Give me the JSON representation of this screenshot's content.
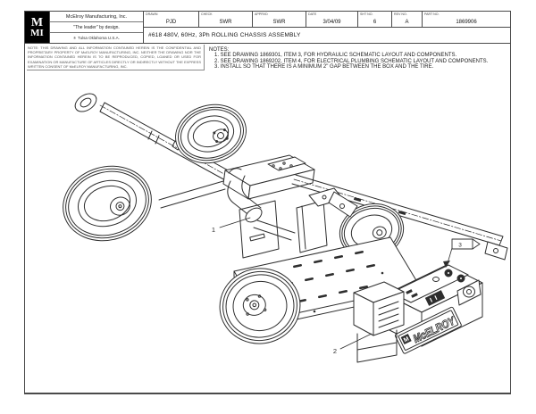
{
  "page": {
    "paper_color": "#ffffff",
    "ink_color": "#2e2e2e",
    "logo_bg": "#000000"
  },
  "title_block": {
    "logo_top": "M",
    "logo_bottom": "MI",
    "registered_mark": "®",
    "company_name": "McElroy Manufacturing, Inc.",
    "company_tagline": "\"The leader\" by design.",
    "company_location": "Tulsa Oklahoma U.S.A.",
    "fields": [
      {
        "label": "DRAWN",
        "value": "PJD"
      },
      {
        "label": "CHECK",
        "value": "SWR"
      },
      {
        "label": "APPRVD",
        "value": "SWR"
      },
      {
        "label": "DATE",
        "value": "3/04/09"
      },
      {
        "label": "SHT NO.",
        "value": "6"
      },
      {
        "label": "REV NO.",
        "value": "A"
      },
      {
        "label": "PART NO.",
        "value": "1869906"
      }
    ],
    "drawing_title": "#618 480V, 60Hz, 3Ph ROLLING CHASSIS ASSEMBLY"
  },
  "proprietary_note": "NOTE: THIS DRAWING AND ALL INFORMATION CONTAINED HEREIN IS THE CONFIDENTIAL AND PROPRIETARY PROPERTY OF McELROY MANUFACTURING, INC. NEITHER THE DRAWING NOR THE INFORMATION CONTAINED HEREIN IS TO BE REPRODUCED, COPIED, LOANED OR USED FOR EXAMINATION OR MANUFACTURE OF ARTICLES DIRECTLY OR INDIRECTLY WITHOUT THE EXPRESS WRITTEN CONSENT OF McELROY MANUFACTURING, INC.",
  "notes": {
    "heading": "NOTES:",
    "items": [
      "1. SEE DRAWING 1869301, ITEM 3, FOR HYDRAULIC SCHEMATIC LAYOUT AND COMPONENTS.",
      "2. SEE DRAWING 1869202, ITEM 4, FOR ELECTRICAL PLUMBING SCHEMATIC LAYOUT AND COMPONENTS.",
      "3. INSTALL SO THAT THERE IS A MINIMUM 2\" GAP BETWEEN THE BOX AND THE TIRE."
    ]
  },
  "callouts": {
    "item_1": "1",
    "item_2": "2",
    "note_flag_3": "3"
  },
  "drawing": {
    "box_brand": "McELROY",
    "box_logo_letter": "M"
  }
}
